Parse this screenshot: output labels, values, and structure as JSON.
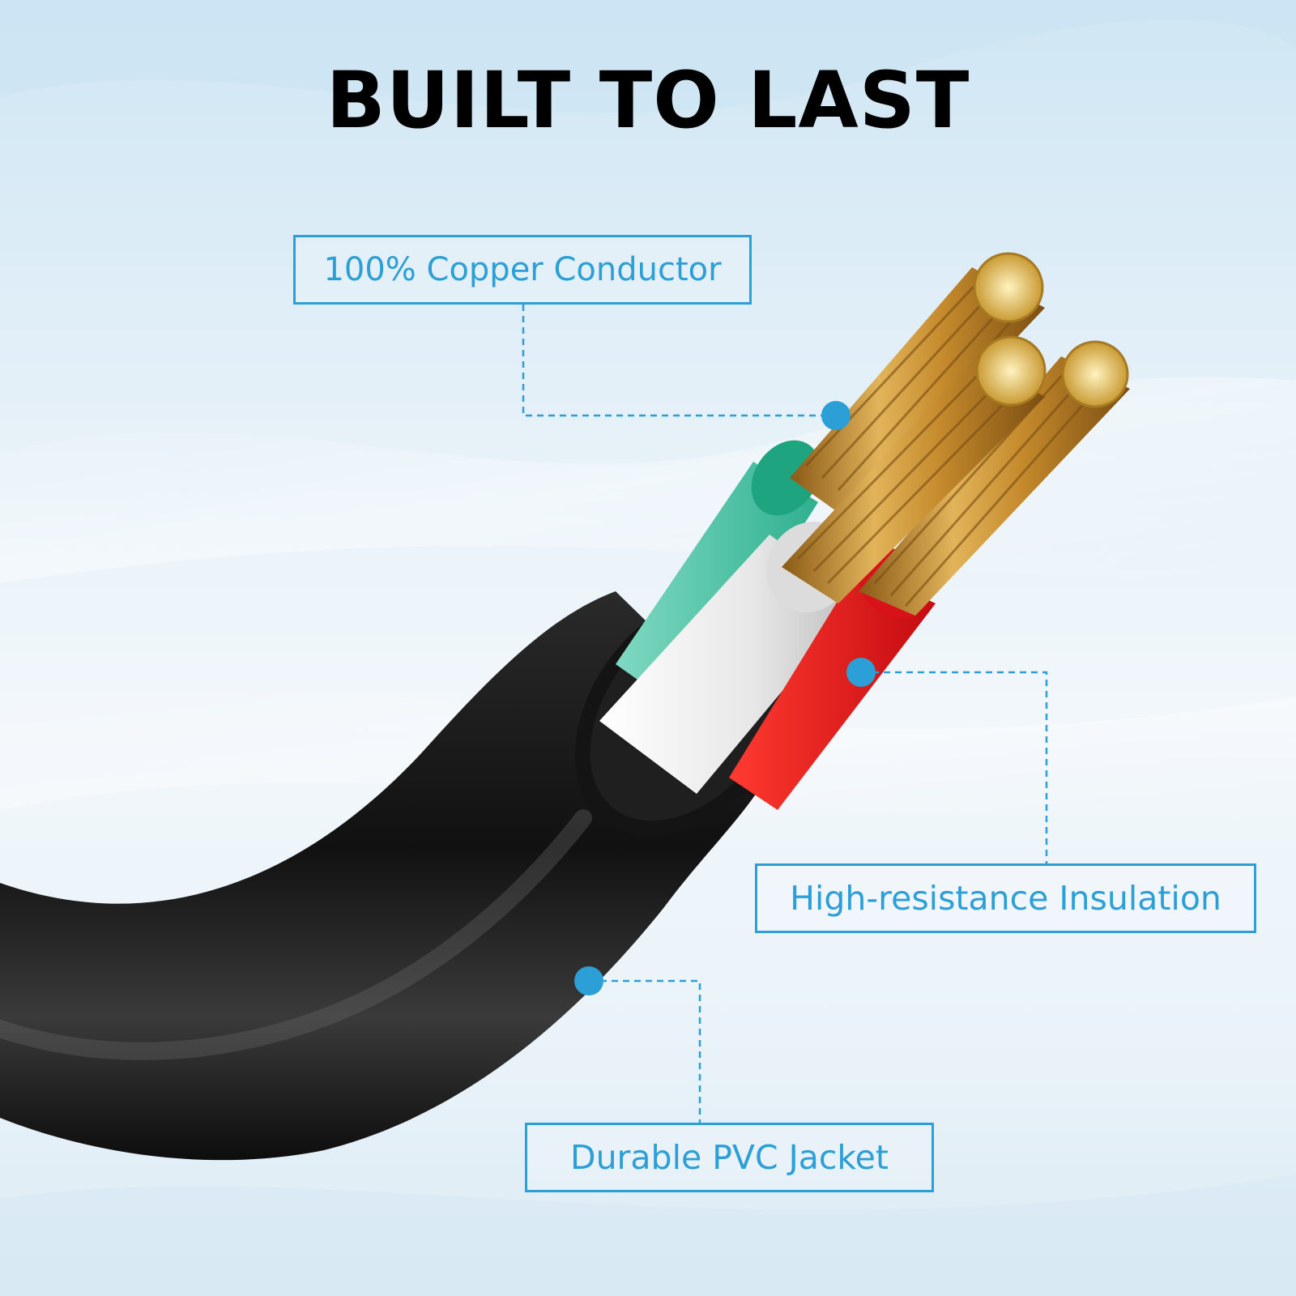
{
  "headline": "BUILT TO LAST",
  "callouts": {
    "copper": "100% Copper Conductor",
    "insulation": "High-resistance Insulation",
    "jacket": "Durable PVC Jacket"
  },
  "colors": {
    "accent": "#2b9fd6",
    "jacket": "#1a1a1a",
    "copper": "#c8902f",
    "insulation_green": "#5cc9ad",
    "insulation_white": "#eeeeee",
    "insulation_red": "#e8161c"
  },
  "icons": {
    "marker": "callout-dot-icon"
  }
}
